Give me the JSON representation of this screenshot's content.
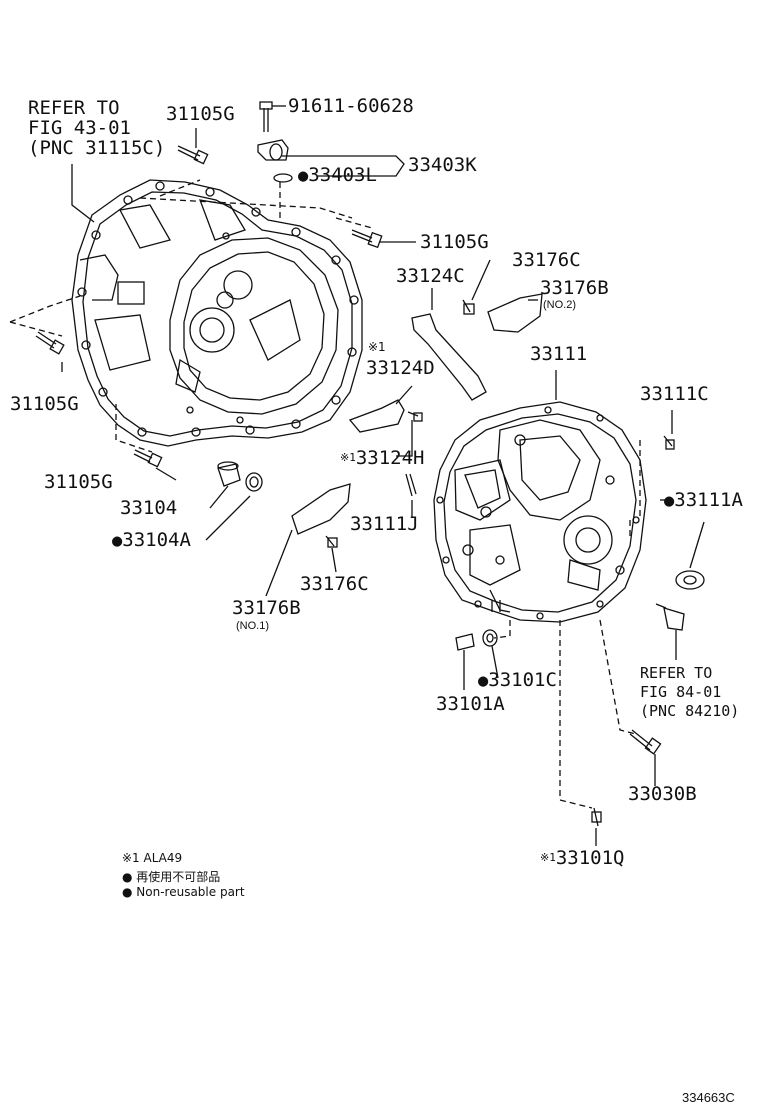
{
  "labels": {
    "refer_left": [
      "REFER TO",
      "FIG 43-01",
      "(PNC 31115C)"
    ],
    "p31105g_top": "31105G",
    "p91611": "91611-60628",
    "p33403k": "33403K",
    "p33403l": "33403L",
    "p31105g_right": "31105G",
    "p33176c_top": "33176C",
    "p33124c": "33124C",
    "p33176b_top": "33176B",
    "p33176b_top_sub": "(NO.2)",
    "p33111": "33111",
    "p31105g_left": "31105G",
    "p33124d": "33124D",
    "p33111c": "33111C",
    "p33124h": "33124H",
    "p31105g_bottom": "31105G",
    "p33104": "33104",
    "p33111a": "33111A",
    "p33104a": "33104A",
    "p33111j": "33111J",
    "p33176c_bottom": "33176C",
    "p33176b_bottom": "33176B",
    "p33176b_bottom_sub": "(NO.1)",
    "p33101c": "33101C",
    "p33101a": "33101A",
    "refer_right": [
      "REFER TO",
      "FIG 84-01",
      "(PNC 84210)"
    ],
    "p33030b": "33030B",
    "p33101q": "33101Q"
  },
  "marks": {
    "note_mark": "※1",
    "nonreuse_dot": "●"
  },
  "legend": {
    "line1": "※1 ALA49",
    "line2": "● 再使用不可部品",
    "line3": "● Non-reusable part"
  },
  "figure_id": "334663C"
}
